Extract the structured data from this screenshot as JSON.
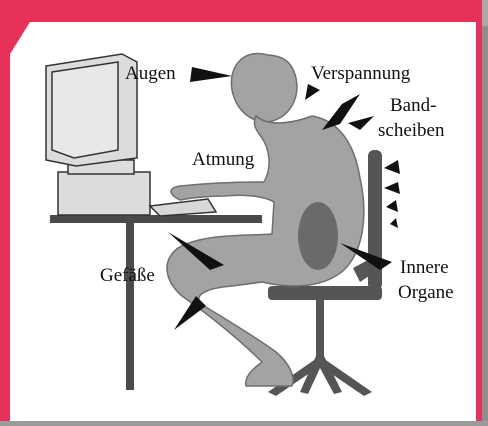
{
  "labels": {
    "augen": "Augen",
    "verspannung": "Verspannung",
    "bandscheiben_1": "Band-",
    "bandscheiben_2": "scheiben",
    "atmung": "Atmung",
    "gefaesse": "Gefäße",
    "innere_1": "Innere",
    "innere_2": "Organe"
  },
  "colors": {
    "accent": "#e8315a",
    "panel": "#ffffff",
    "figure": "#a3a3a3",
    "figure_dark": "#6e6e6e",
    "organ": "#6a6a6a",
    "monitor": "#dcdcdc",
    "chair": "#555555",
    "desk": "#4a4a4a",
    "arrow": "#111111"
  },
  "icons": {
    "arrow": "warning-arrow-icon",
    "figure": "seated-person-icon",
    "computer": "computer-monitor-icon",
    "chair": "office-chair-icon"
  }
}
